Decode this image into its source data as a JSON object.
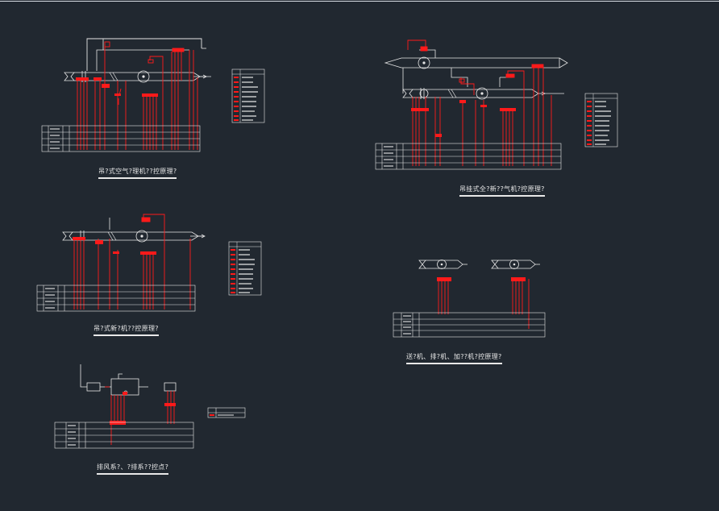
{
  "diagrams": [
    {
      "id": "d1",
      "caption": "吊?式空气?理机??控原理?"
    },
    {
      "id": "d2",
      "caption": "吊?式新?机??控原理?"
    },
    {
      "id": "d3",
      "caption": "排风系?、?排系??控点?"
    },
    {
      "id": "d4",
      "caption": "吊挂式全?新??气机?控原理?"
    },
    {
      "id": "d5",
      "caption": "送?机、排?机、加??机?控原理?"
    }
  ],
  "colors": {
    "background": "#212830",
    "line": "#e6e6e6",
    "signal": "#ff1a1a"
  }
}
